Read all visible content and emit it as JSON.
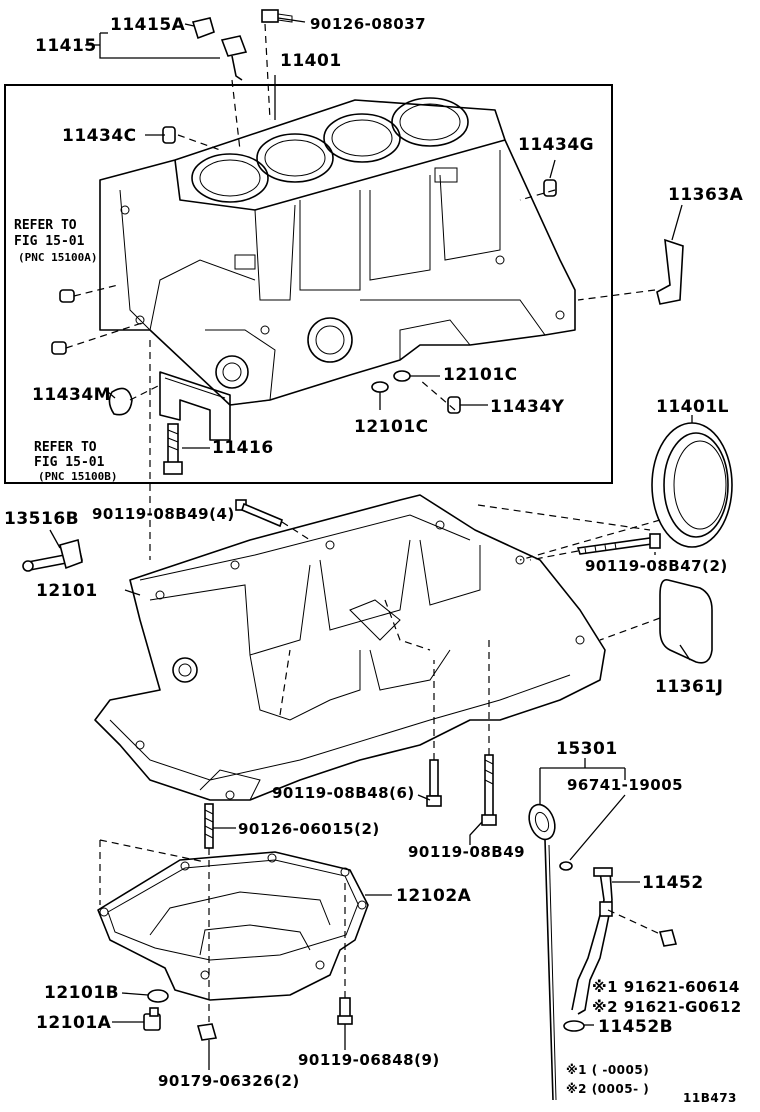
{
  "diagram_code": "11B473",
  "labels": {
    "p11415A": "11415A",
    "p11415": "11415",
    "p90126_08037": "90126-08037",
    "p11401": "11401",
    "p11434C": "11434C",
    "p11434G": "11434G",
    "p11363A": "11363A",
    "p11434M": "11434M",
    "p12101C_a": "12101C",
    "p12101C_b": "12101C",
    "p11434Y": "11434Y",
    "p11416": "11416",
    "p11401L": "11401L",
    "p13516B": "13516B",
    "p90119_08B49_4": "90119-08B49(4)",
    "p90119_08B47_2": "90119-08B47(2)",
    "p12101": "12101",
    "p11361J": "11361J",
    "p15301": "15301",
    "p96741_19005": "96741-19005",
    "p90119_08B48_6": "90119-08B48(6)",
    "p90119_08B49": "90119-08B49",
    "p90126_06015_2": "90126-06015(2)",
    "p12102A": "12102A",
    "p11452": "11452",
    "p12101B": "12101B",
    "p12101A": "12101A",
    "p91621_60614": "※1 91621-60614",
    "p91621_G0612": "※2 91621-G0612",
    "p11452B": "11452B",
    "p90119_06848_9": "90119-06848(9)",
    "p90179_06326_2": "90179-06326(2)"
  },
  "refs": {
    "ref1_line1": "REFER TO",
    "ref1_line2": "FIG 15-01",
    "ref1_line3": "(PNC 15100A)",
    "ref2_line1": "REFER TO",
    "ref2_line2": "FIG 15-01",
    "ref2_line3": "(PNC 15100B)"
  },
  "footnotes": {
    "note1": "※1 (      -0005)",
    "note2": "※2 (0005-      )"
  }
}
